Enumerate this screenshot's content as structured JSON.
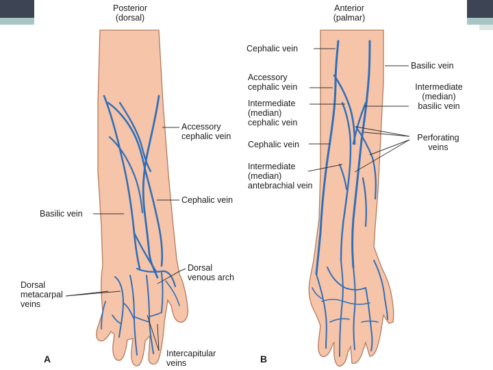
{
  "colors": {
    "skin": "#f6c4a8",
    "skin_outline": "#b07a5e",
    "vein": "#2f6fb8",
    "leader": "#333333",
    "corner_dark": "#3d4555",
    "corner_accent": "#a7c6c4"
  },
  "panels": {
    "a": {
      "letter": "A",
      "title": "Posterior\n(dorsal)",
      "labels": {
        "accessory_cephalic": "Accessory\ncephalic vein",
        "cephalic": "Cephalic vein",
        "basilic": "Basilic vein",
        "dorsal_venous_arch": "Dorsal\nvenous arch",
        "dorsal_metacarpal": "Dorsal\nmetacarpal\nveins",
        "intercapitular": "Intercapitular\nveins"
      }
    },
    "b": {
      "letter": "B",
      "title": "Anterior\n(palmar)",
      "labels": {
        "cephalic_top": "Cephalic vein",
        "accessory_cephalic": "Accessory\ncephalic vein",
        "intermediate_cephalic": "Intermediate\n(median)\ncephalic vein",
        "cephalic_mid": "Cephalic vein",
        "intermediate_antebrachial": "Intermediate\n(median)\nantebrachial vein",
        "basilic": "Basilic vein",
        "intermediate_basilic": "Intermediate\n(median)\nbasilic vein",
        "perforating": "Perforating\nveins"
      }
    }
  }
}
